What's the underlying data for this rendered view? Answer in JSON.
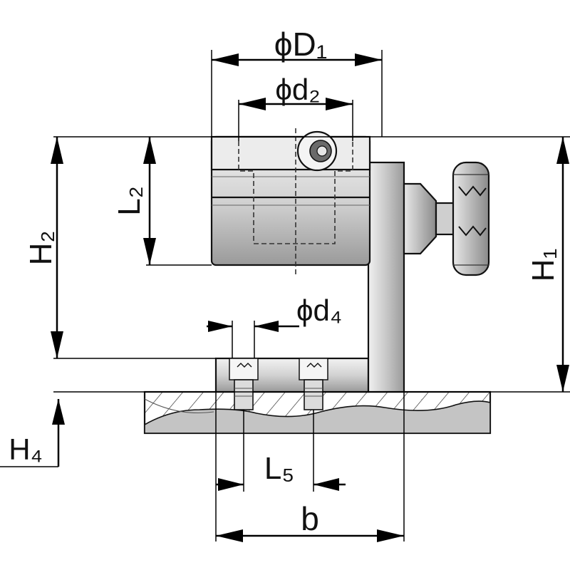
{
  "labels": {
    "D1": "ϕD₁",
    "d2": "ϕd₂",
    "d4": "ϕd₄",
    "L2": "L₂",
    "H2": "H₂",
    "H1": "H₁",
    "H4": "H₄",
    "L5": "L₅",
    "b": "b"
  },
  "colors": {
    "metal_light": "#e4e4e4",
    "metal_mid": "#c9c9c9",
    "metal_dark": "#8f8f8f",
    "plate": "#d6d6d6",
    "line": "#111111"
  }
}
